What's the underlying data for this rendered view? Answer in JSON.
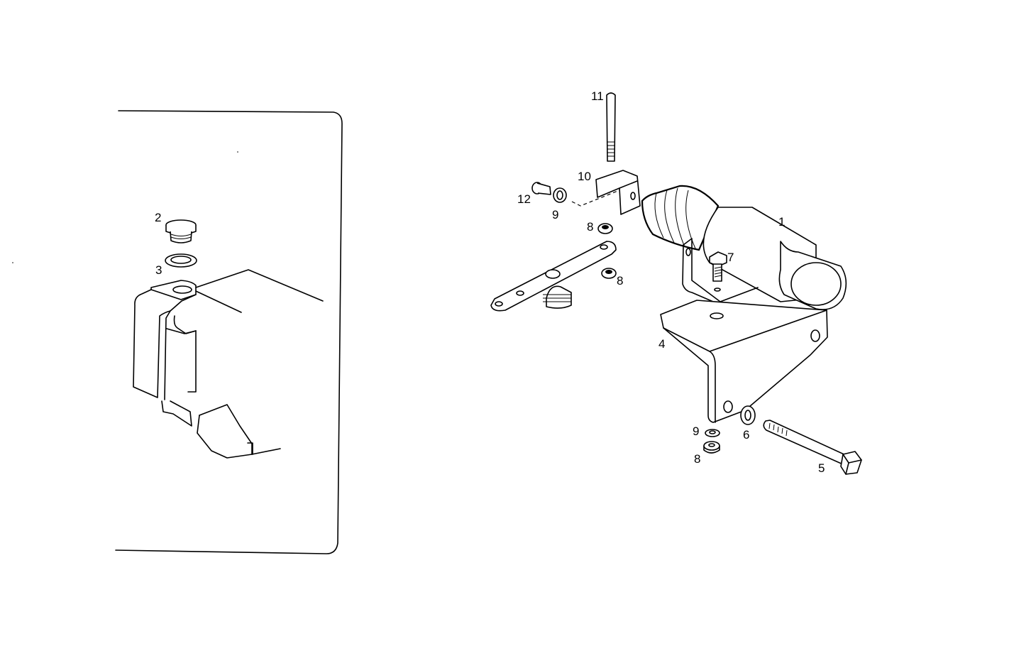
{
  "diagram": {
    "type": "exploded-parts-diagram",
    "subject": "Engine stop solenoid assembly and tank filler plug",
    "callouts": [
      {
        "id": "1",
        "label": "1",
        "part": "stop solenoid"
      },
      {
        "id": "2",
        "label": "2",
        "part": "plug"
      },
      {
        "id": "3",
        "label": "3",
        "part": "sealing ring"
      },
      {
        "id": "4",
        "label": "4",
        "part": "bracket"
      },
      {
        "id": "5",
        "label": "5",
        "part": "hex bolt"
      },
      {
        "id": "6",
        "label": "6",
        "part": "washer"
      },
      {
        "id": "7",
        "label": "7",
        "part": "hex screw"
      },
      {
        "id": "8a",
        "label": "8",
        "part": "nut"
      },
      {
        "id": "8b",
        "label": "8",
        "part": "nut"
      },
      {
        "id": "8c",
        "label": "8",
        "part": "nut"
      },
      {
        "id": "9a",
        "label": "9",
        "part": "washer"
      },
      {
        "id": "9b",
        "label": "9",
        "part": "washer"
      },
      {
        "id": "10",
        "label": "10",
        "part": "clevis bracket"
      },
      {
        "id": "11",
        "label": "11",
        "part": "stud"
      },
      {
        "id": "12",
        "label": "12",
        "part": "screw"
      }
    ]
  }
}
